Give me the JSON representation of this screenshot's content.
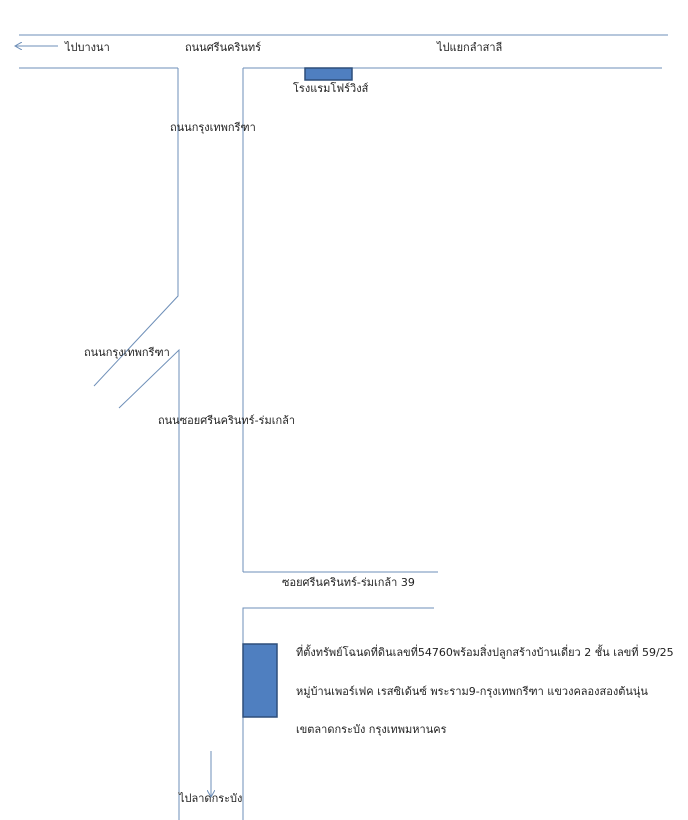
{
  "colors": {
    "road": "#6E8FB8",
    "marker_fill": "#4F7FC0",
    "marker_stroke": "#2E4F7A",
    "text": "#222222"
  },
  "labels": {
    "to_bangna": "ไปบางนา",
    "srinakarin_road": "ถนนศรีนครินทร์",
    "to_lam_sali": "ไปแยกลำสาลี",
    "hotel": "โรงแรมโฟร์วิงส์",
    "krungthep_kreetha_top": "ถนนกรุงเทพกรีฑา",
    "krungthep_kreetha_left": "ถนนกรุงเทพกรีฑา",
    "soi_srinakarin_romklao": "ถนนซอยศรีนครินทร์-ร่มเกล้า",
    "soi_39": "ซอยศรีนครินทร์-ร่มเกล้า 39",
    "to_lat_krabang": "ไปลาดกระบัง"
  },
  "property": {
    "line1": "ที่ตั้งทรัพย์โฉนดที่ดินเลขที่54760พร้อมสิ่งปลูกสร้างบ้านเดี่ยว 2 ชั้น เลขที่ 59/25",
    "line2": "หมู่บ้านเพอร์เฟค เรสซิเด้นซ์ พระราม9-กรุงเทพกรีฑา แขวงคลองสองต้นนุ่น",
    "line3": "เขตลาดกระบัง   กรุงเทพมหานคร"
  }
}
